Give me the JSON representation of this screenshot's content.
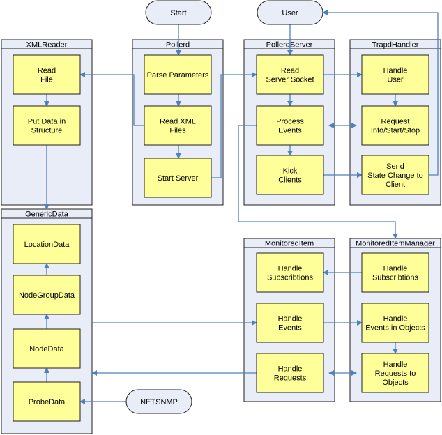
{
  "terminals": {
    "start": "Start",
    "user": "User",
    "netsnmp": "NETSNMP"
  },
  "containers": {
    "xmlreader": "XMLReader",
    "pollerd": "Pollerd",
    "pollerdserver": "PollerdServer",
    "trapdhandler": "TrapdHandler",
    "genericdata": "GenericData",
    "monitoreditem": "MonitoredItem",
    "monitoreditemmanager": "MonitoredItemManager"
  },
  "nodes": {
    "read_file": [
      "Read",
      "File"
    ],
    "put_data": [
      "Put Data in",
      "Structure"
    ],
    "parse_params": [
      "Parse Parameters"
    ],
    "read_xml": [
      "Read XML",
      "Files"
    ],
    "start_server": [
      "Start Server"
    ],
    "read_socket": [
      "Read",
      "Server Socket"
    ],
    "process_events": [
      "Process",
      "Events"
    ],
    "kick_clients": [
      "Kick",
      "Clients"
    ],
    "handle_user": [
      "Handle",
      "User"
    ],
    "request_info": [
      "Request",
      "Info/Start/Stop"
    ],
    "send_state": [
      "Send",
      "State Change to",
      "Client"
    ],
    "location_data": [
      "LocationData"
    ],
    "nodegroup_data": [
      "NodeGroupData"
    ],
    "node_data": [
      "NodeData"
    ],
    "probe_data": [
      "ProbeData"
    ],
    "mi_handle_subs": [
      "Handle",
      "Subscribtions"
    ],
    "mi_handle_events": [
      "Handle",
      "Events"
    ],
    "mi_handle_requests": [
      "Handle",
      "Requests"
    ],
    "mim_handle_subs": [
      "Handle",
      "Subscribtions"
    ],
    "mim_handle_events": [
      "Handle",
      "Events in Objects"
    ],
    "mim_handle_requests": [
      "Handle",
      "Requests to",
      "Objects"
    ]
  },
  "colors": {
    "container_fill": "#e8edf7",
    "process_fill": "#ffff99",
    "edge": "#4f81bd",
    "border": "#1f1f1f"
  }
}
